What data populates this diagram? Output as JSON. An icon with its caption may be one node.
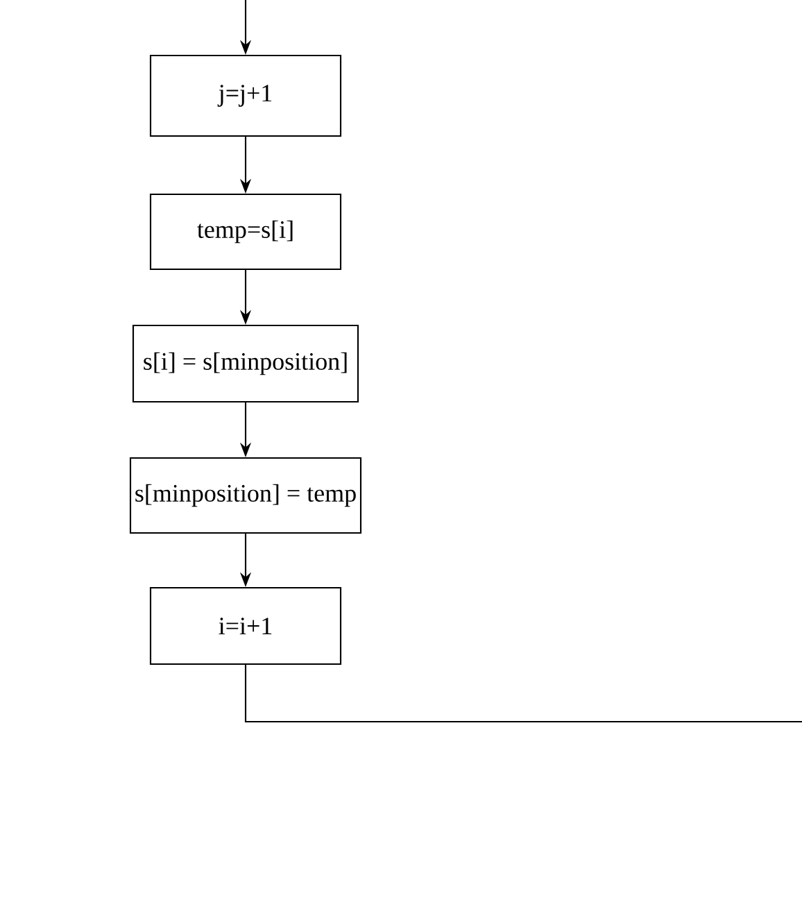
{
  "diagram": {
    "nodes": [
      {
        "text": [
          "j=j+1"
        ]
      },
      {
        "text": [
          "temp=s[i]"
        ]
      },
      {
        "text": [
          "s[i] = s[minposition]"
        ]
      },
      {
        "text": [
          "s[minposition] = temp"
        ]
      },
      {
        "text": [
          "i=i+1"
        ]
      }
    ],
    "edges": [
      {
        "from": null,
        "to": 0,
        "arrow": "to"
      },
      {
        "from": 0,
        "to": 1,
        "arrow": "to"
      },
      {
        "from": 1,
        "to": 2,
        "arrow": "to"
      },
      {
        "from": 2,
        "to": 3,
        "arrow": "to"
      },
      {
        "from": 3,
        "to": 4,
        "arrow": "to"
      },
      {
        "from": 4,
        "to": null,
        "arrow": "none"
      }
    ]
  }
}
